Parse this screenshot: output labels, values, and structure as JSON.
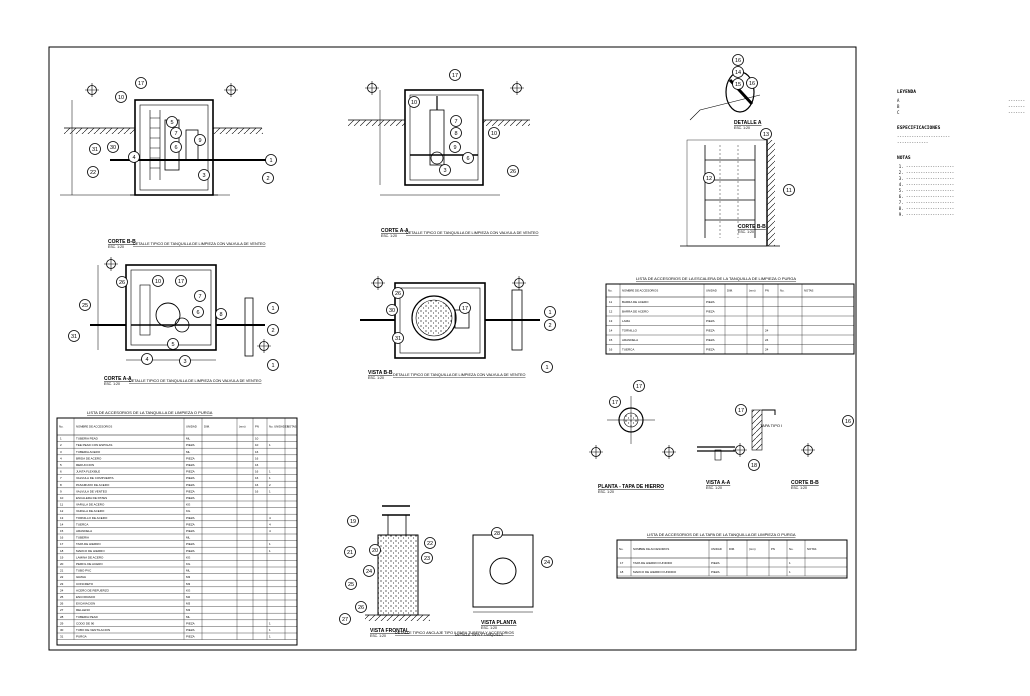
{
  "drawing": {
    "views": {
      "corte_bb": "CORTE B-B",
      "corte_aa": "CORTE A-A",
      "corte_aa_2": "CORTE A-A",
      "corte_bb_2": "CORTE B-B",
      "vista_bb": "VISTA B-B",
      "vista_aa": "VISTA A-A",
      "planta_tapa": "PLANTA - TAPA DE HIERRO",
      "vista_frontal": "VISTA FRONTAL",
      "vista_planta": "VISTA PLANTA",
      "detalle_a": "DETALLE A",
      "corte_bb_3": "CORTE B-B"
    },
    "scales": {
      "esc": "ESC. 1:20"
    },
    "titles": {
      "t1": "DETALLE TIPICO DE TANQUILLA DE LIMPIEZA CON VALVULA DE VENTEO",
      "t2": "DETALLE TIPICO DE TANQUILLA DE LIMPIEZA CON VALVULA DE VENTEO",
      "t3": "DETALLE TIPICO DE TANQUILLA DE LIMPIEZA CON VALVULA DE VENTEO",
      "t4": "DETALLE TIPICO DE TANQUILLA DE LIMPIEZA CON VALVULA DE VENTEO",
      "t5": "DETALLE TIPICO ANCLAJE TIPO II PARA TUBERIA Y ACCESORIOS",
      "t6": "DETALLE TAPA Y TANQUILLA",
      "t7": "TAPA TIPO I"
    },
    "callouts": [
      "1",
      "2",
      "3",
      "4",
      "5",
      "6",
      "7",
      "8",
      "9",
      "10",
      "11",
      "12",
      "13",
      "14",
      "15",
      "16",
      "17",
      "18",
      "19",
      "20",
      "21",
      "22",
      "23",
      "24",
      "25",
      "26",
      "27",
      "28",
      "29",
      "30",
      "31"
    ],
    "tables": {
      "accesorios": {
        "title": "LISTA DE ACCESORIOS DE LA TANQUILLA DE LIMPIEZA O PURGA",
        "headers": [
          "No.",
          "NOMBRE DE ACCESORIOS",
          "UNIDAD",
          "DIM.",
          "(mm)",
          "PN",
          "No. UNIDADES",
          "NOTAS"
        ],
        "rows": [
          [
            "1",
            "TUBERIA PEAD",
            "ML",
            "",
            "",
            "10",
            ""
          ],
          [
            "2",
            "TEE PEAD CON ESPIGAS",
            "PIEZA",
            "",
            "",
            "10",
            "1"
          ],
          [
            "3",
            "TUBERIA ACERO",
            "ML",
            "",
            "",
            "16",
            ""
          ],
          [
            "4",
            "BRIDA DE ACERO",
            "PIEZA",
            "",
            "",
            "16",
            ""
          ],
          [
            "5",
            "REDUCCION",
            "PIEZA",
            "",
            "",
            "16",
            ""
          ],
          [
            "6",
            "JUNTA FLEXIBLE",
            "PIEZA",
            "",
            "",
            "16",
            "1"
          ],
          [
            "7",
            "VALVULA DE COMPUERTA",
            "PIEZA",
            "",
            "",
            "16",
            "1"
          ],
          [
            "8",
            "PASAMURO DE ACERO",
            "PIEZA",
            "",
            "",
            "16",
            "2"
          ],
          [
            "9",
            "VALVULA DE VENTEO",
            "PIEZA",
            "",
            "",
            "16",
            "1"
          ],
          [
            "10",
            "ESCALERA DE PATES",
            "PIEZA",
            "",
            "",
            "",
            ""
          ],
          [
            "11",
            "VARILLA DE ACERO",
            "KG",
            "",
            "",
            "",
            ""
          ],
          [
            "12",
            "VARILLA DE ACERO",
            "KG",
            "",
            "",
            "",
            ""
          ],
          [
            "13",
            "TORNILLO DE ACERO",
            "PIEZA",
            "",
            "",
            "",
            "4"
          ],
          [
            "14",
            "TUERCA",
            "PIEZA",
            "",
            "",
            "",
            "4"
          ],
          [
            "15",
            "ARANDELA",
            "PIEZA",
            "",
            "",
            "",
            "4"
          ],
          [
            "16",
            "TUBERIA",
            "ML",
            "",
            "",
            "",
            ""
          ],
          [
            "17",
            "TAPA DE HIERRO",
            "PIEZA",
            "",
            "",
            "",
            "1"
          ],
          [
            "18",
            "MARCO DE HIERRO",
            "PIEZA",
            "",
            "",
            "",
            "1"
          ],
          [
            "19",
            "LAMINA DE ACERO",
            "KG",
            "",
            "",
            "",
            ""
          ],
          [
            "20",
            "PERFIL DE ACERO",
            "KG",
            "",
            "",
            "",
            ""
          ],
          [
            "21",
            "TUBO PVC",
            "ML",
            "",
            "",
            "",
            ""
          ],
          [
            "22",
            "GRAVA",
            "M3",
            "",
            "",
            "",
            ""
          ],
          [
            "23",
            "CONCRETO",
            "M3",
            "",
            "",
            "",
            ""
          ],
          [
            "24",
            "ACERO DE REFUERZO",
            "KG",
            "",
            "",
            "",
            ""
          ],
          [
            "25",
            "ENCOFRADO",
            "M2",
            "",
            "",
            "",
            ""
          ],
          [
            "26",
            "EXCAVACION",
            "M3",
            "",
            "",
            "",
            ""
          ],
          [
            "27",
            "RELLENO",
            "M3",
            "",
            "",
            "",
            ""
          ],
          [
            "28",
            "TUBERIA PEAD",
            "ML",
            "",
            "",
            "",
            ""
          ],
          [
            "29",
            "CODO DE 90",
            "PIEZA",
            "",
            "",
            "",
            "1"
          ],
          [
            "30",
            "TUBO DE VENTILACION",
            "PIEZA",
            "",
            "",
            "",
            "1"
          ],
          [
            "31",
            "PURGA",
            "PIEZA",
            "",
            "",
            "",
            "1"
          ]
        ]
      },
      "accesorios2": {
        "title": "LISTA DE ACCESORIOS DE LA ESCALERA DE LA TANQUILLA DE LIMPIEZA O PURGA",
        "headers": [
          "No.",
          "NOMBRE DE ACCESORIOS",
          "UNIDAD",
          "DIM.",
          "(mm)",
          "PN",
          "No.",
          "NOTAS"
        ],
        "rows": [
          [
            "11",
            "BARRA DE ACERO",
            "PIEZA",
            "",
            "",
            "",
            ""
          ],
          [
            "12",
            "BARRA DE ACERO",
            "PIEZA",
            "",
            "",
            "",
            ""
          ],
          [
            "13",
            "LAMA",
            "PIEZA",
            "",
            "",
            "",
            ""
          ],
          [
            "14",
            "TORNILLO",
            "PIEZA",
            "",
            "",
            "24",
            ""
          ],
          [
            "15",
            "ARANDELA",
            "PIEZA",
            "",
            "",
            "24",
            ""
          ],
          [
            "16",
            "TUERCA",
            "PIEZA",
            "",
            "",
            "24",
            ""
          ]
        ]
      },
      "accesorios3": {
        "title": "LISTA DE ACCESORIOS DE LA TAPA DE LA TANQUILLA DE LIMPIEZA O PURGA",
        "headers": [
          "No.",
          "NOMBRE DE ACCESORIOS",
          "UNIDAD",
          "DIM.",
          "(mm)",
          "PN",
          "No.",
          "NOTAS"
        ],
        "rows": [
          [
            "17",
            "TAPA DE HIERRO FUNDIDO",
            "PIEZA",
            "",
            "",
            "",
            "1",
            ""
          ],
          [
            "18",
            "MARCO DE HIERRO FUNDIDO",
            "PIEZA",
            "",
            "",
            "",
            "1",
            ""
          ]
        ]
      }
    },
    "notes": {
      "legend_title": "LEYENDA",
      "legend": [
        [
          "A",
          "-------"
        ],
        [
          "B",
          "-------"
        ],
        [
          "C",
          "-------"
        ]
      ],
      "spec_title": "ESPECIFICACIONES",
      "spec_lines": [
        "----------------------",
        "-------------"
      ],
      "notes_title": "NOTAS",
      "notes": [
        "--------------------",
        "--------------------",
        "--------------------",
        "--------------------",
        "--------------------",
        "--------------------",
        "--------------------",
        "--------------------",
        "--------------------"
      ]
    }
  },
  "colors": {
    "ink": "#000000",
    "paper": "#ffffff"
  }
}
